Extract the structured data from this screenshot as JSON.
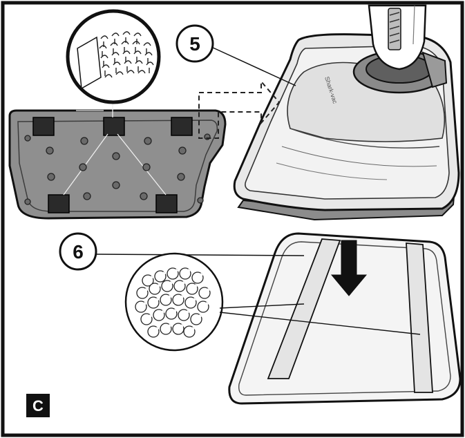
{
  "figure": {
    "panel_label": "C",
    "callouts": [
      {
        "number": "5",
        "refers_to": "mop-head"
      },
      {
        "number": "6",
        "refers_to": "microfiber-pad"
      }
    ],
    "brand_mark": "Shark-vac",
    "colors": {
      "frame": "#111111",
      "mop_body": "#e6e6e6",
      "mop_underside": "#8c8c8c",
      "handle_collar": "#7a7a7a",
      "pad": "#f2f2f2",
      "strip": "#e0e0e0",
      "arrow": "#111111",
      "panel_label_bg": "#111111"
    },
    "icons": [
      "hook-fastener-closeup",
      "loop-fabric-closeup",
      "down-arrow",
      "dashed-flip-arrow"
    ]
  }
}
